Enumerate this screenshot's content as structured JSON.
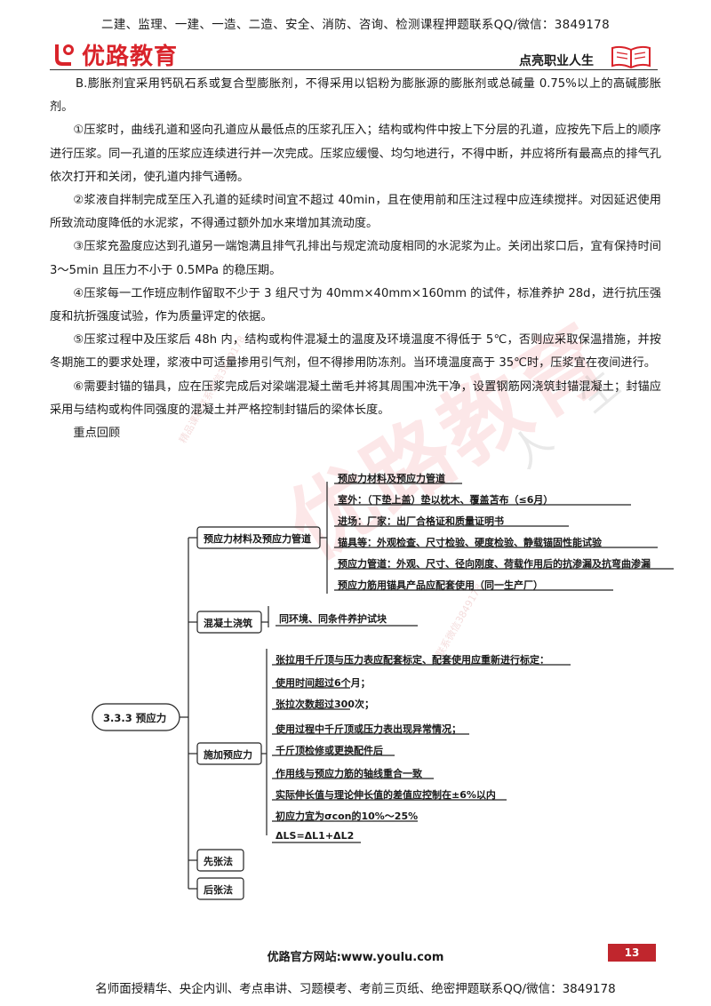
{
  "header": {
    "top_banner": "二建、监理、一建、一造、二造、安全、消防、咨询、检测课程押题联系QQ/微信：3849178",
    "logo_text": "优路教育",
    "slogan": "点亮职业人生"
  },
  "body": {
    "paragraphs": [
      "B.膨胀剂宜采用钙矾石系或复合型膨胀剂，不得采用以铝粉为膨胀源的膨胀剂或总碱量 0.75%以上的高碱膨胀剂。",
      "①压浆时，曲线孔道和竖向孔道应从最低点的压浆孔压入；结构或构件中按上下分层的孔道，应按先下后上的顺序进行压浆。同一孔道的压浆应连续进行并一次完成。压浆应缓慢、均匀地进行，不得中断，并应将所有最高点的排气孔依次打开和关闭，使孔道内排气通畅。",
      "②浆液自拌制完成至压入孔道的延续时间宜不超过 40min，且在使用前和压注过程中应连续搅拌。对因延迟使用所致流动度降低的水泥浆，不得通过额外加水来增加其流动度。",
      "③压浆充盈度应达到孔道另一端饱满且排气孔排出与规定流动度相同的水泥浆为止。关闭出浆口后，宜有保持时间 3～5min 且压力不小于 0.5MPa 的稳压期。",
      "④压浆每一工作班应制作留取不少于 3 组尺寸为 40mm×40mm×160mm 的试件，标准养护 28d，进行抗压强度和抗折强度试验，作为质量评定的依据。",
      "⑤压浆过程中及压浆后 48h 内，结构或构件混凝土的温度及环境温度不得低于 5℃，否则应采取保温措施，并按冬期施工的要求处理，浆液中可适量掺用引气剂，但不得掺用防冻剂。当环境温度高于 35℃时，压浆宜在夜间进行。",
      "⑥需要封锚的锚具，应在压浆完成后对梁端混凝土凿毛并将其周围冲洗干净，设置钢筋网浇筑封锚混凝土；封锚应采用与结构或构件同强度的混凝土并严格控制封锚后的梁体长度。",
      "重点回顾"
    ]
  },
  "mindmap": {
    "root": "3.3.3 预应力",
    "branches": [
      {
        "label": "预应力材料及预应力管道",
        "children": [
          "预应力材料及预应力管道",
          "室外：（下垫上盖）垫以枕木、覆盖苫布（≤6月）",
          "进场：厂家：出厂合格证和质量证明书",
          "锚具等：外观检查、尺寸检验、硬度检验、静载锚固性能试验",
          "预应力管道：外观、尺寸、径向刚度、荷载作用后的抗渗漏及抗弯曲渗漏",
          "预应力筋用锚具产品应配套使用（同一生产厂）"
        ]
      },
      {
        "label": "混凝土浇筑",
        "children": [
          "同环境、同条件养护试块"
        ]
      },
      {
        "label": "施加预应力",
        "children": [
          "张拉用千斤顶与压力表应配套标定、配套使用应重新进行标定：",
          "使用时间超过6个月；",
          "张拉次数超过300次；",
          "使用过程中千斤顶或压力表出现异常情况；",
          "千斤顶检修或更换配件后",
          "作用线与预应力筋的轴线重合一致",
          "实际伸长值与理论伸长值的差值应控制在±6%以内",
          "初应力宜为σcon的10%～25%",
          "ΔLS=ΔL1+ΔL2"
        ]
      },
      {
        "label": "先张法",
        "children": []
      },
      {
        "label": "后张法",
        "children": []
      }
    ]
  },
  "watermarks": {
    "big": "优路教育",
    "side": "人 生",
    "small_1": "精品课程联系微信3849178",
    "small_2": "联系微信3849178"
  },
  "footer": {
    "site": "优路官方网站:www.youlu.com",
    "page_number": "13",
    "bottom_banner": "名师面授精华、央企内训、考点串讲、习题模考、考前三页纸、绝密押题联系QQ/微信：3849178"
  },
  "colors": {
    "brand_red": "#d9232a",
    "page_badge": "#c0262d"
  }
}
